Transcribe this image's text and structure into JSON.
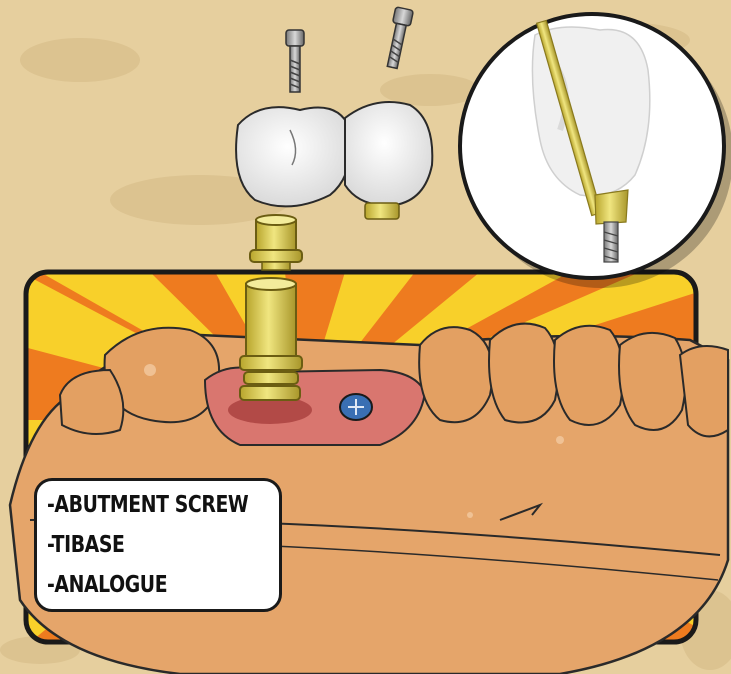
{
  "labels": {
    "items": [
      "-ABUTMENT SCREW",
      "-TIBASE",
      "-ANALOGUE"
    ]
  },
  "colors": {
    "parchment": "#e6cf9e",
    "burst_orange": "#ee7b1f",
    "burst_yellow": "#f8d02a",
    "model_stone": "#e5a56a",
    "gum_pink": "#d9766f",
    "tibase_gold": "#d8c94b",
    "analogue_blue": "#3a6fb3",
    "crown_white": "#f3f3f3"
  },
  "icons": [
    "abutment-screw-icon",
    "tibase-icon",
    "analogue-icon",
    "crown-icon",
    "zoom-inset-icon"
  ]
}
